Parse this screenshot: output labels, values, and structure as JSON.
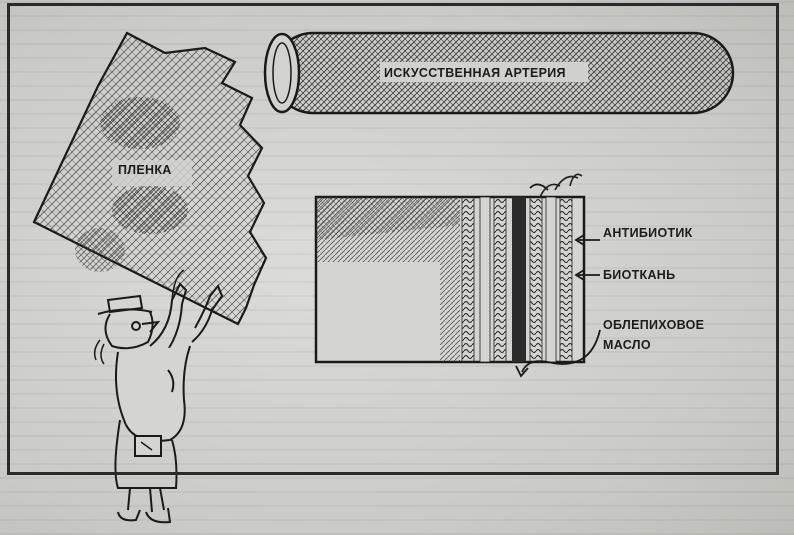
{
  "labels": {
    "artery": "ИСКУССТВЕННАЯ АРТЕРИЯ",
    "film": "ПЛЕНКА",
    "antibiotic": "АНТИБИОТИК",
    "biotissue": "БИОТКАНЬ",
    "oil_line1": "ОБЛЕПИХОВОЕ",
    "oil_line2": "МАСЛО"
  }
}
